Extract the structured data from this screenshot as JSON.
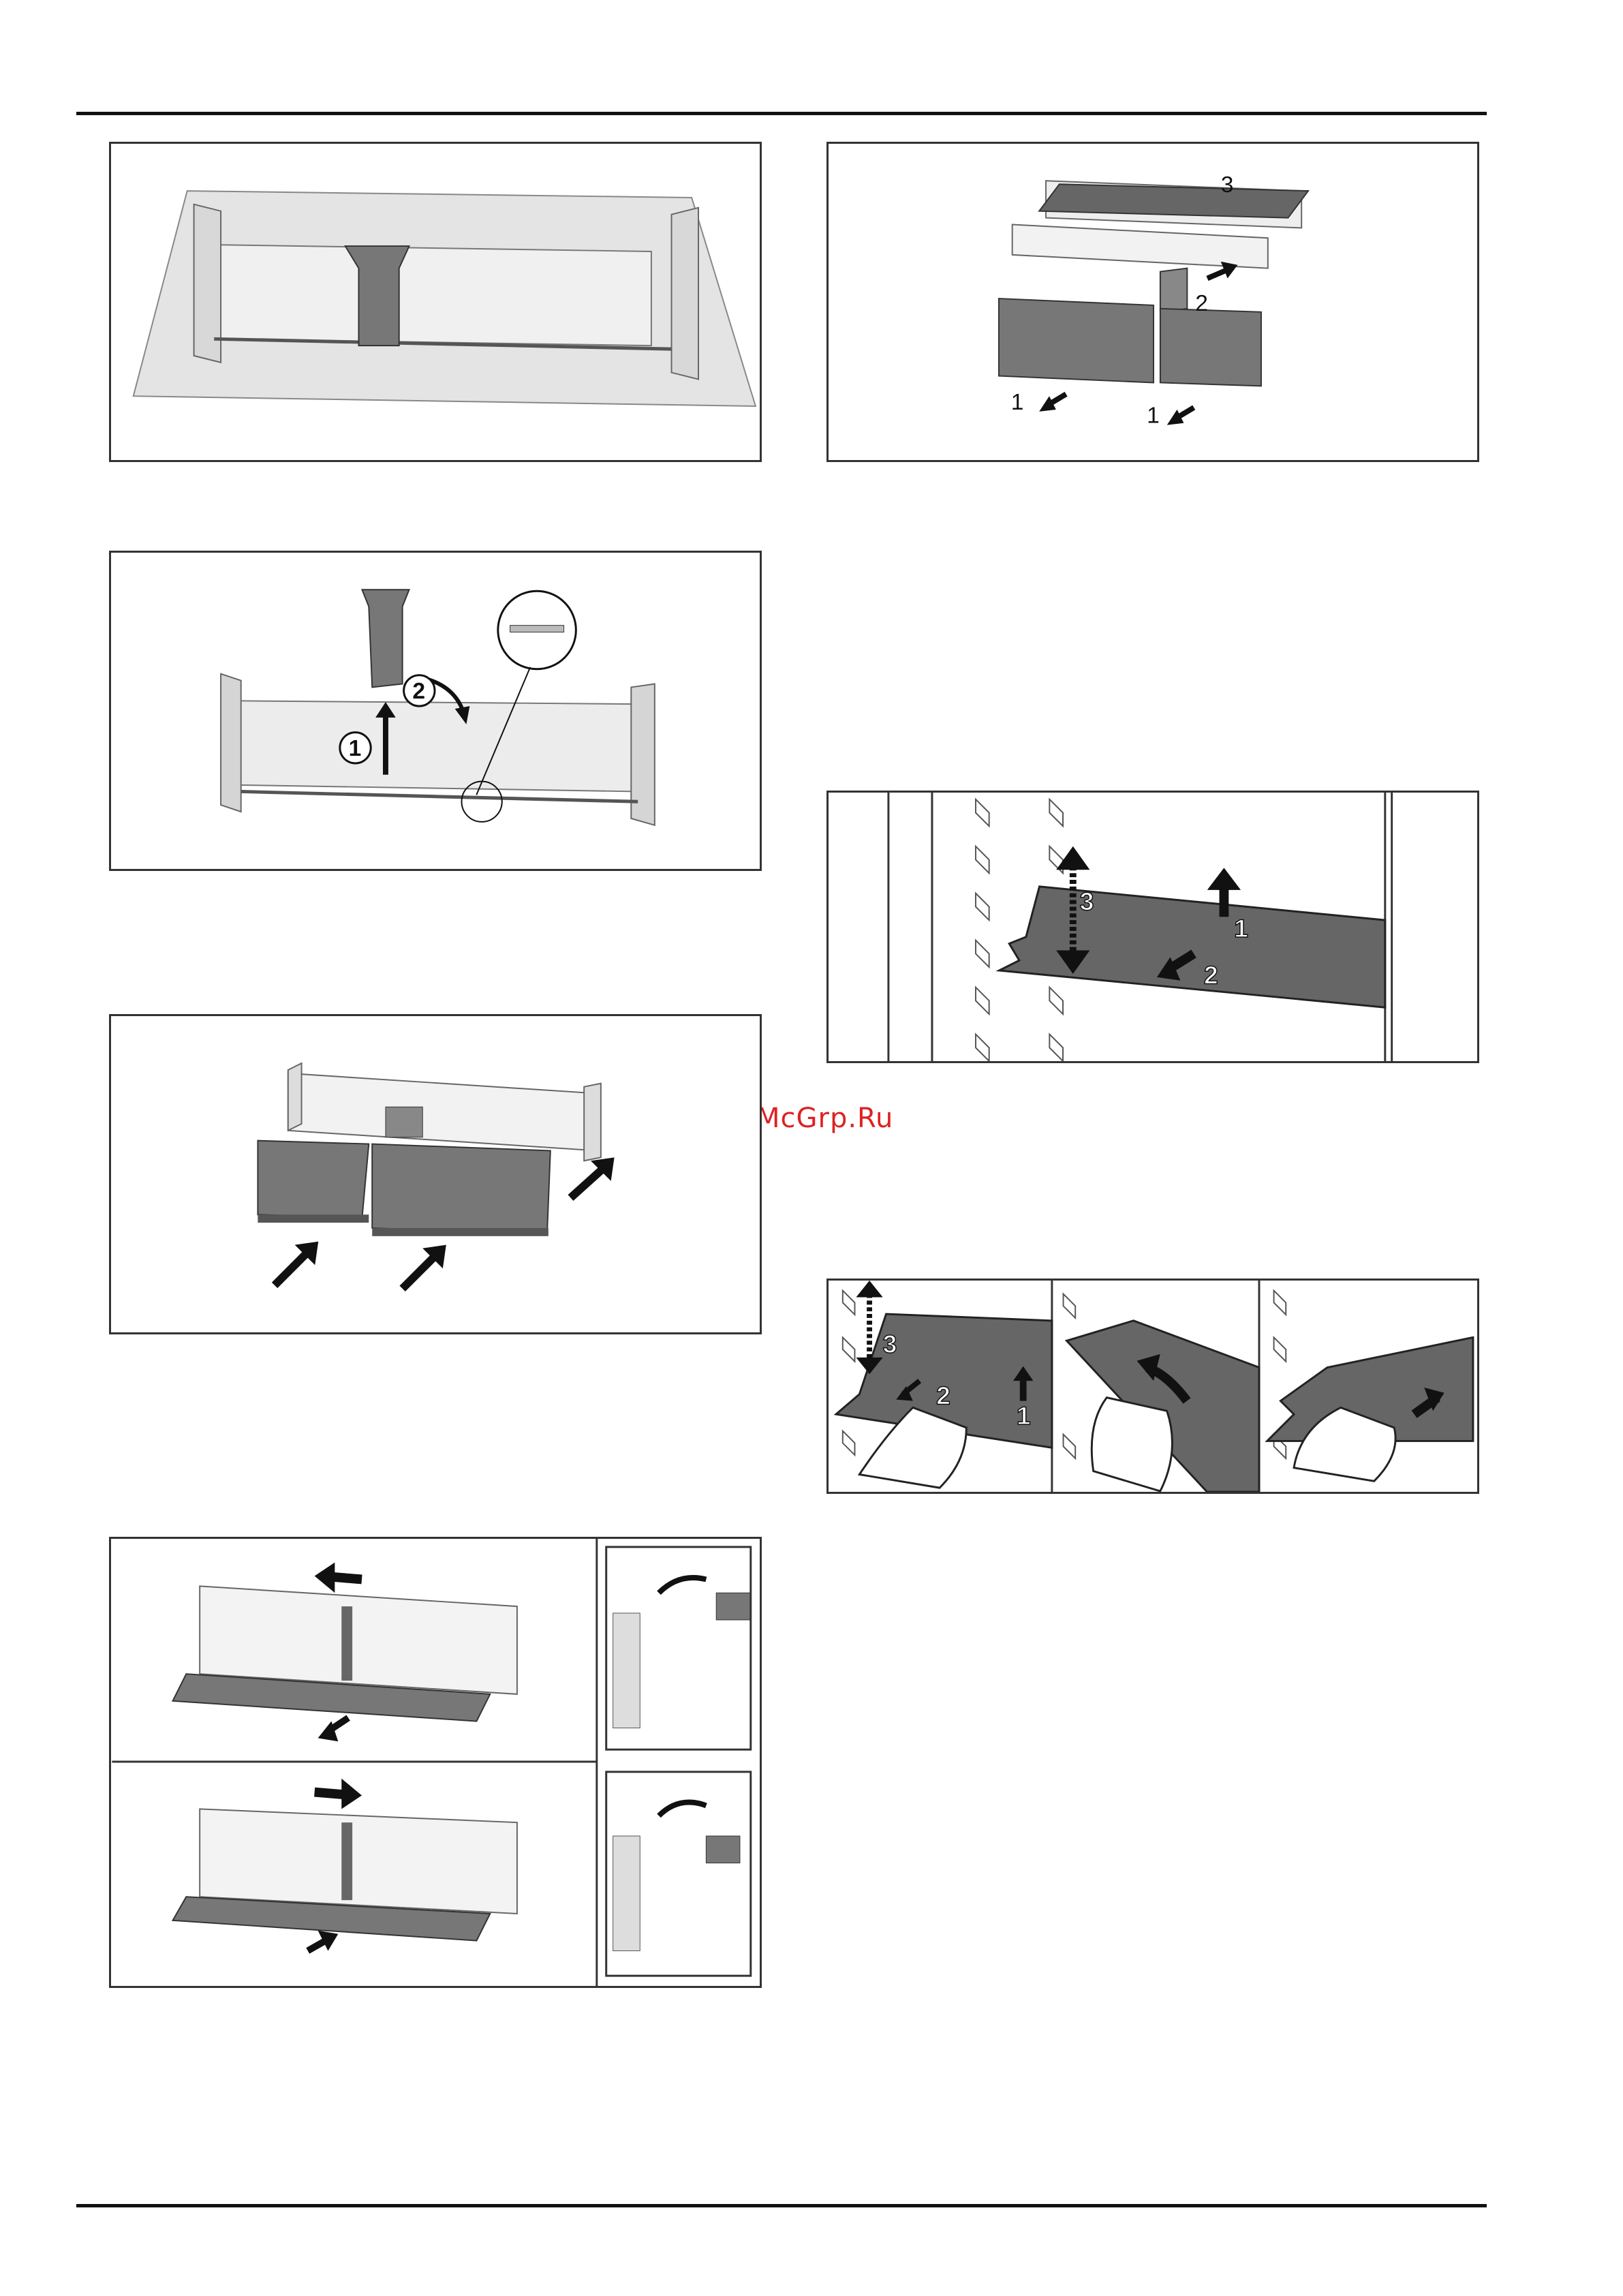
{
  "watermark": "McGrp.Ru",
  "figures": {
    "fig_drawer_top": {
      "labels": [
        "3",
        "2",
        "1",
        "1"
      ]
    },
    "fig_divider": {
      "labels": [
        "1",
        "2"
      ]
    },
    "fig_shelf_wall": {
      "labels": [
        "3",
        "1",
        "2"
      ]
    },
    "fig_shelf_hands": {
      "labels": [
        "3",
        "2",
        "1"
      ]
    }
  }
}
